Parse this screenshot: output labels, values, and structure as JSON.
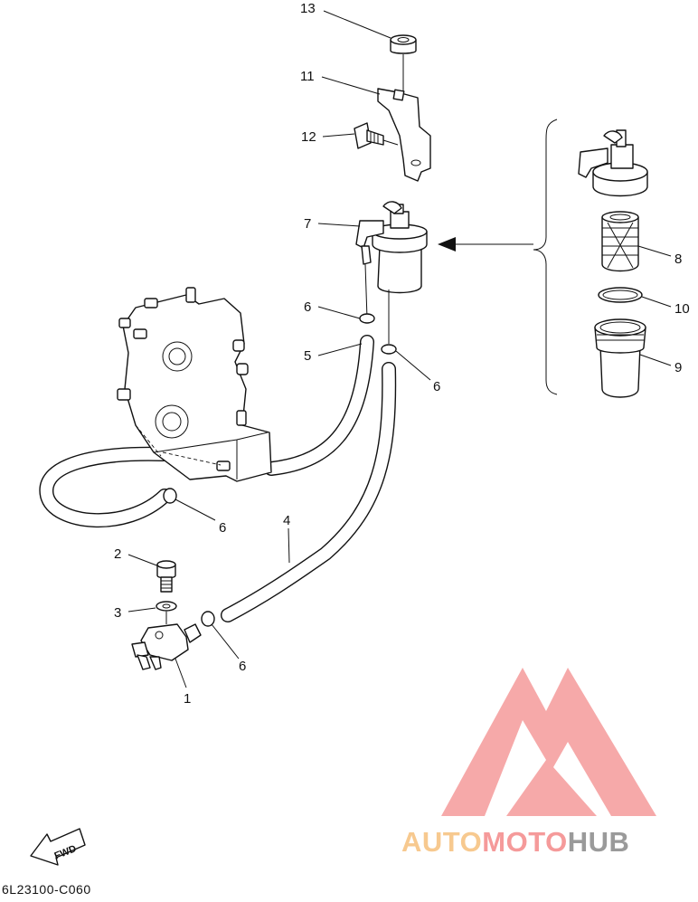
{
  "diagram": {
    "callouts": [
      {
        "id": "13",
        "label": "13"
      },
      {
        "id": "11",
        "label": "11"
      },
      {
        "id": "12",
        "label": "12"
      },
      {
        "id": "7",
        "label": "7"
      },
      {
        "id": "8",
        "label": "8"
      },
      {
        "id": "10",
        "label": "10"
      },
      {
        "id": "9",
        "label": "9"
      },
      {
        "id": "6a",
        "label": "6"
      },
      {
        "id": "5",
        "label": "5"
      },
      {
        "id": "6b",
        "label": "6"
      },
      {
        "id": "6c",
        "label": "6"
      },
      {
        "id": "4",
        "label": "4"
      },
      {
        "id": "2",
        "label": "2"
      },
      {
        "id": "3",
        "label": "3"
      },
      {
        "id": "6d",
        "label": "6"
      },
      {
        "id": "1",
        "label": "1"
      }
    ],
    "fwd_label": "FWD",
    "drawing_code": "6L23100-C060"
  },
  "watermark": {
    "part1": "AUTO",
    "part2": "MOTO",
    "part3": "HUB",
    "colors": {
      "auto": "#f7c98f",
      "moto": "#f59a9a",
      "hub": "#9a9a9a",
      "logo": "#f59a9a"
    }
  }
}
